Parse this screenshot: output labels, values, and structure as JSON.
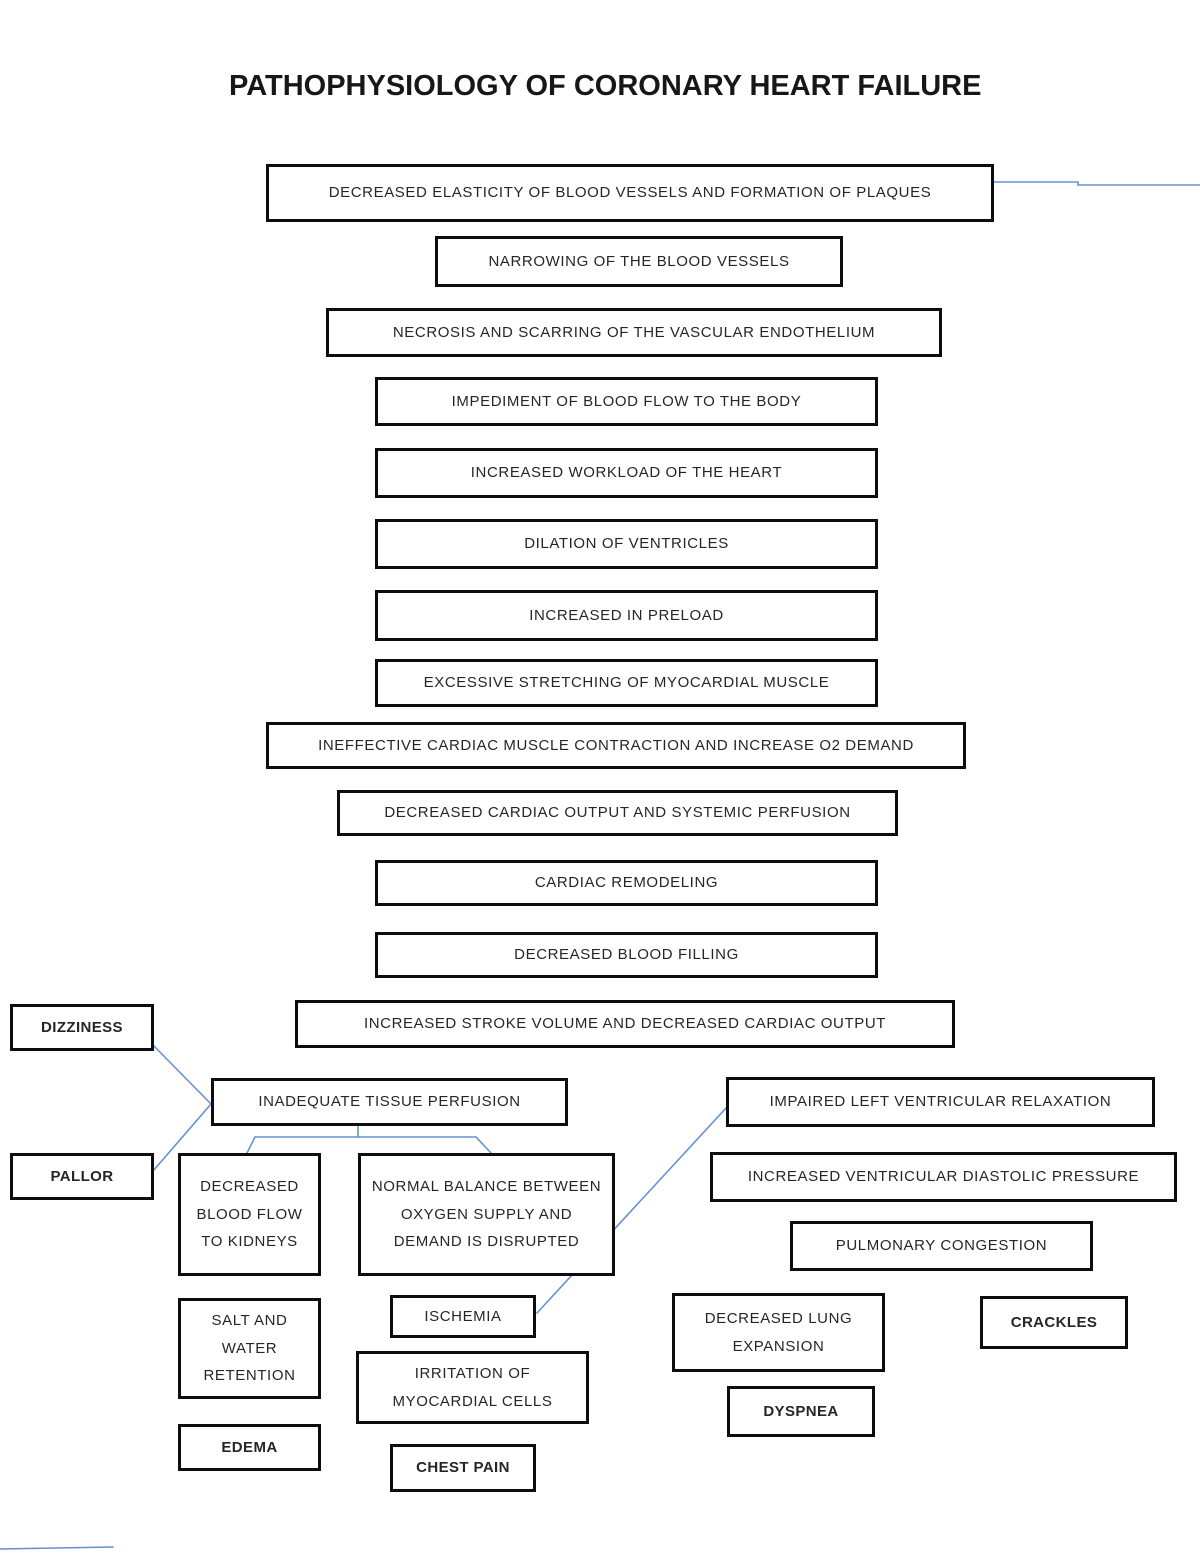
{
  "title": "PATHOPHYSIOLOGY OF CORONARY HEART FAILURE",
  "colors": {
    "connector_blue": "#6590d2",
    "box_border": "#0d0d0d",
    "text": "#262626"
  },
  "flow_main": {
    "decreased_elasticity": "DECREASED ELASTICITY OF BLOOD VESSELS AND FORMATION OF PLAQUES",
    "narrowing": "NARROWING OF THE BLOOD VESSELS",
    "necrosis": "NECROSIS AND SCARRING OF THE VASCULAR ENDOTHELIUM",
    "impediment": "IMPEDIMENT OF BLOOD FLOW TO THE BODY",
    "increased_workload": "INCREASED WORKLOAD OF THE HEART",
    "dilation": "DILATION OF VENTRICLES",
    "increased_preload": "INCREASED IN PRELOAD",
    "excessive_stretching": "EXCESSIVE STRETCHING OF MYOCARDIAL MUSCLE",
    "ineffective_contraction": "INEFFECTIVE CARDIAC MUSCLE CONTRACTION AND INCREASE O2 DEMAND",
    "decreased_cardiac_output": "DECREASED CARDIAC OUTPUT AND SYSTEMIC PERFUSION",
    "cardiac_remodeling": "CARDIAC REMODELING",
    "decreased_blood_filling": "DECREASED BLOOD FILLING",
    "increased_stroke_volume": "INCREASED STROKE VOLUME AND DECREASED CARDIAC OUTPUT"
  },
  "left_branch": {
    "dizziness": "DIZZINESS",
    "pallor": "PALLOR",
    "inadequate_tissue_perfusion": "INADEQUATE TISSUE PERFUSION",
    "decreased_blood_flow_kidneys": "DECREASED BLOOD FLOW TO KIDNEYS",
    "normal_balance_disrupted": "NORMAL BALANCE BETWEEN OXYGEN SUPPLY AND DEMAND IS DISRUPTED",
    "salt_water_retention": "SALT AND WATER RETENTION",
    "ischemia": "ISCHEMIA",
    "irritation_myocardial": "IRRITATION OF MYOCARDIAL CELLS",
    "edema": "EDEMA",
    "chest_pain": "CHEST PAIN"
  },
  "right_branch": {
    "impaired_lv_relaxation": "IMPAIRED LEFT VENTRICULAR RELAXATION",
    "increased_diastolic_pressure": "INCREASED VENTRICULAR DIASTOLIC PRESSURE",
    "pulmonary_congestion": "PULMONARY CONGESTION",
    "decreased_lung_expansion": "DECREASED LUNG EXPANSION",
    "crackles": "CRACKLES",
    "dyspnea": "DYSPNEA"
  }
}
